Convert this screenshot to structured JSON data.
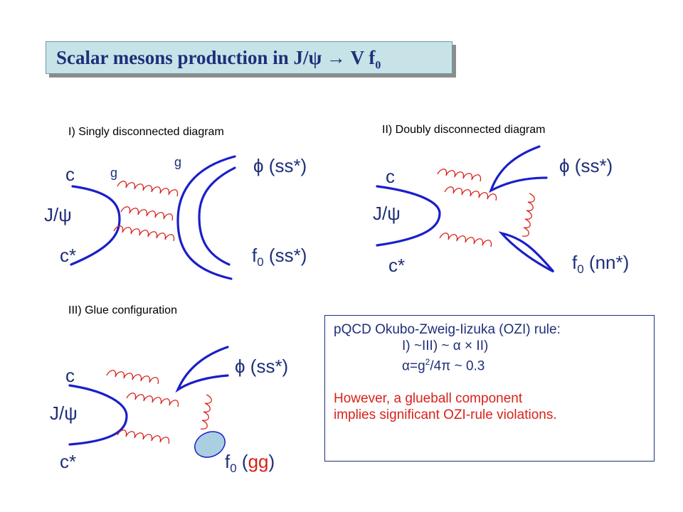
{
  "title": {
    "prefix": "Scalar mesons production in J/",
    "psi": "ψ",
    "arrow": "→",
    "tail": " V f",
    "sub": "0"
  },
  "diagram1": {
    "caption": "I) Singly disconnected diagram",
    "c": "c",
    "cbar": "c*",
    "jpsi": "J/ψ",
    "g1": "g",
    "g2": "g",
    "top": "ϕ (ss*)",
    "bottom_f": "f",
    "bottom_sub": "0",
    "bottom_rest": " (ss*)"
  },
  "diagram2": {
    "caption": "II) Doubly disconnected diagram",
    "c": "c",
    "cbar": "c*",
    "jpsi": "J/ψ",
    "top": "ϕ (ss*)",
    "bottom_f": "f",
    "bottom_sub": "0",
    "bottom_rest": " (nn*)"
  },
  "diagram3": {
    "caption": "III) Glue configuration",
    "c": "c",
    "cbar": "c*",
    "jpsi": "J/ψ",
    "top": "ϕ (ss*)",
    "bottom_f": "f",
    "bottom_sub": "0",
    "bottom_open": " (",
    "bottom_gg": "gg",
    "bottom_close": ")"
  },
  "note": {
    "line1": "pQCD Okubo-Zweig-Iizuka (OZI) rule:",
    "line2": "I) ~III) ~ α × II)",
    "line3_a": "α=g",
    "line3_sup": "2",
    "line3_b": "/4π ~ 0.3",
    "line4": "However, a glueball component",
    "line5": "implies significant OZI-rule violations."
  },
  "colors": {
    "quark_line": "#1a1fc9",
    "gluon": "#d8221a",
    "glueball_fill": "#a9cfe0",
    "title_bg": "#c7e3e7",
    "text": "#1e2f7a"
  }
}
